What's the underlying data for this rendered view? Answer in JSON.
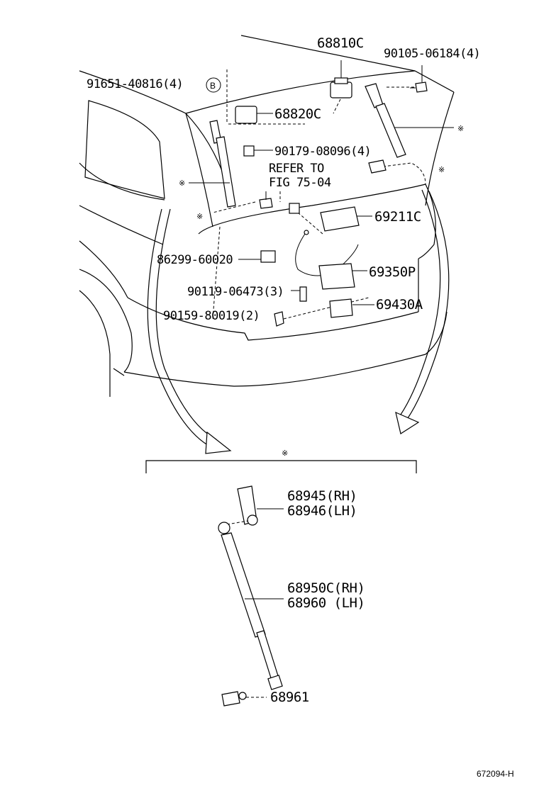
{
  "diagram_id": "672094-H",
  "refer_note": [
    "REFER TO",
    "FIG 75-04"
  ],
  "section_marker": "※",
  "circle_badge": "B",
  "parts": {
    "p68810C": "68810C",
    "p90105": "90105-06184(4)",
    "p91651": "91651-40816(4)",
    "p68820C": "68820C",
    "p90179": "90179-08096(4)",
    "p69211C": "69211C",
    "p86299": "86299-60020",
    "p69350P": "69350P",
    "p90119": "90119-06473(3)",
    "p69430A": "69430A",
    "p90159": "90159-80019(2)",
    "p68945": "68945(RH)",
    "p68946": "68946(LH)",
    "p68950C": "68950C(RH)",
    "p68960": "68960 (LH)",
    "p68961": "68961"
  }
}
